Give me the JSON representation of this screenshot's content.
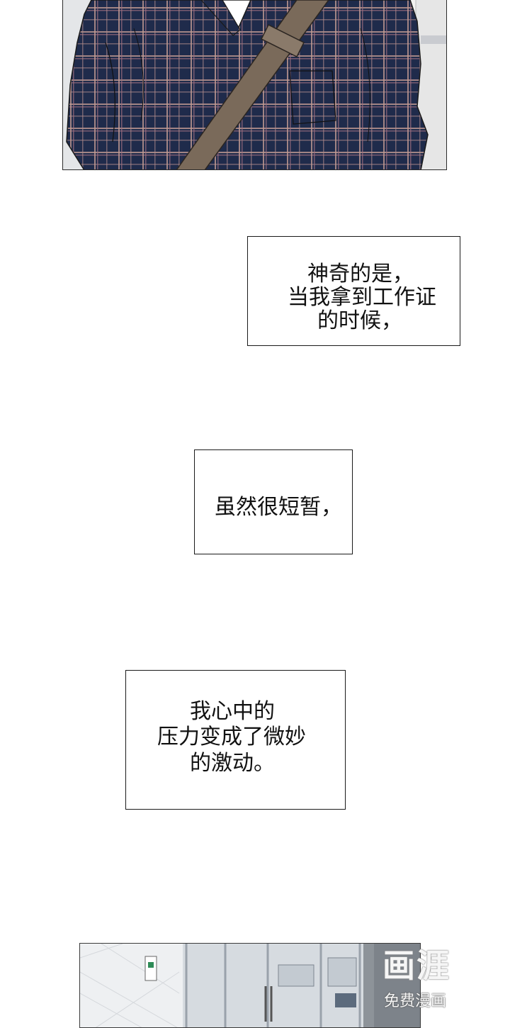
{
  "captions": {
    "first": {
      "line1": "神奇的是，",
      "line2": "当我拿到工作证",
      "line3": "的时候，"
    },
    "second": {
      "line1": "虽然很短暂，"
    },
    "third": {
      "line1": "我心中的",
      "line2": "压力变成了微妙",
      "line3": "的激动。"
    }
  },
  "watermark": {
    "logo": "画涯",
    "subtitle": "免费漫画"
  },
  "colors": {
    "shirt_navy": "#1e2a4a",
    "plaid_line": "#b88a86",
    "strap_brown": "#7a6a5a",
    "panel_border": "#2b2b2b"
  }
}
